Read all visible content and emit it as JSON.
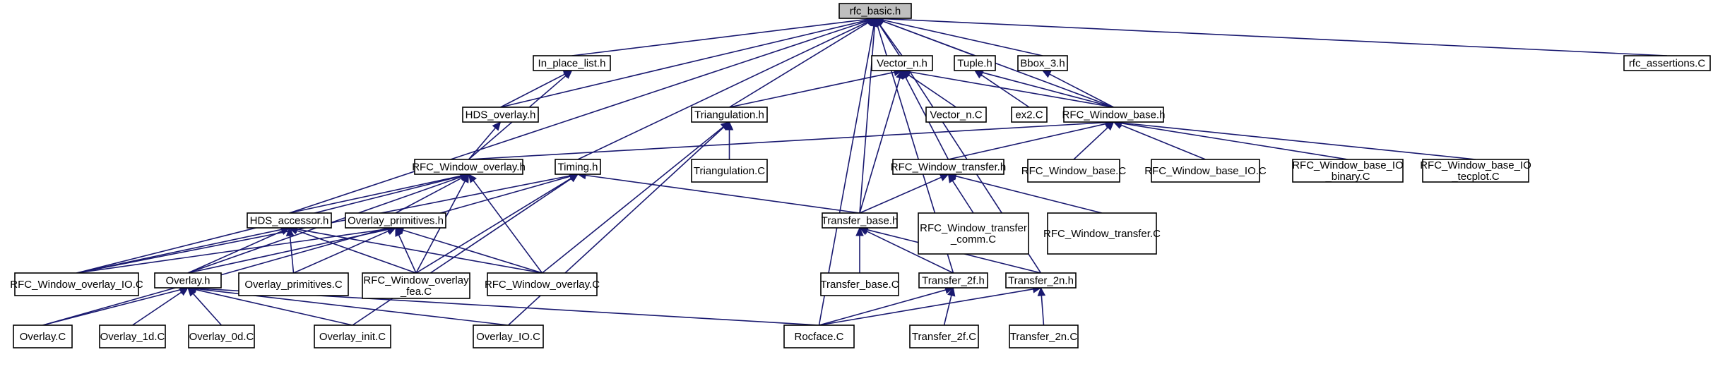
{
  "graph": {
    "accent_color": "#191970",
    "root_fill": "#bfbfbf",
    "nodes": [
      {
        "id": "rfc_basic_h",
        "lines": [
          "rfc_basic.h"
        ],
        "root": true
      },
      {
        "id": "rfc_assertions_C",
        "lines": [
          "rfc_assertions.C"
        ]
      },
      {
        "id": "In_place_list_h",
        "lines": [
          "In_place_list.h"
        ]
      },
      {
        "id": "Vector_n_h",
        "lines": [
          "Vector_n.h"
        ]
      },
      {
        "id": "Tuple_h",
        "lines": [
          "Tuple.h"
        ]
      },
      {
        "id": "Bbox_3_h",
        "lines": [
          "Bbox_3.h"
        ]
      },
      {
        "id": "HDS_overlay_h",
        "lines": [
          "HDS_overlay.h"
        ]
      },
      {
        "id": "Triangulation_h",
        "lines": [
          "Triangulation.h"
        ]
      },
      {
        "id": "Vector_n_C",
        "lines": [
          "Vector_n.C"
        ]
      },
      {
        "id": "ex2_C",
        "lines": [
          "ex2.C"
        ]
      },
      {
        "id": "RFC_Window_base_h",
        "lines": [
          "RFC_Window_base.h"
        ]
      },
      {
        "id": "RFC_Window_overlay_h",
        "lines": [
          "RFC_Window_overlay.h"
        ]
      },
      {
        "id": "Timing_h",
        "lines": [
          "Timing.h"
        ]
      },
      {
        "id": "Triangulation_C",
        "lines": [
          "Triangulation.C"
        ]
      },
      {
        "id": "RFC_Window_transfer_h",
        "lines": [
          "RFC_Window_transfer.h"
        ]
      },
      {
        "id": "RFC_Window_base_C",
        "lines": [
          "RFC_Window_base.C"
        ]
      },
      {
        "id": "RFC_Window_base_IO_C",
        "lines": [
          "RFC_Window_base_IO.C"
        ]
      },
      {
        "id": "RFC_Window_base_IO_binary_C",
        "lines": [
          "RFC_Window_base_IO",
          "_binary.C"
        ]
      },
      {
        "id": "RFC_Window_base_IO_tecplot_C",
        "lines": [
          "RFC_Window_base_IO",
          "_tecplot.C"
        ]
      },
      {
        "id": "HDS_accessor_h",
        "lines": [
          "HDS_accessor.h"
        ]
      },
      {
        "id": "Overlay_primitives_h",
        "lines": [
          "Overlay_primitives.h"
        ]
      },
      {
        "id": "Transfer_base_h",
        "lines": [
          "Transfer_base.h"
        ]
      },
      {
        "id": "RFC_Window_transfer_comm_C",
        "lines": [
          "RFC_Window_transfer",
          "_comm.C"
        ]
      },
      {
        "id": "RFC_Window_transfer_C",
        "lines": [
          "RFC_Window_transfer.C"
        ]
      },
      {
        "id": "RFC_Window_overlay_IO_C",
        "lines": [
          "RFC_Window_overlay_IO.C"
        ]
      },
      {
        "id": "Overlay_h",
        "lines": [
          "Overlay.h"
        ]
      },
      {
        "id": "Overlay_primitives_C",
        "lines": [
          "Overlay_primitives.C"
        ]
      },
      {
        "id": "RFC_Window_overlay_fea_C",
        "lines": [
          "RFC_Window_overlay",
          "_fea.C"
        ]
      },
      {
        "id": "RFC_Window_overlay_C",
        "lines": [
          "RFC_Window_overlay.C"
        ]
      },
      {
        "id": "Transfer_base_C",
        "lines": [
          "Transfer_base.C"
        ]
      },
      {
        "id": "Transfer_2f_h",
        "lines": [
          "Transfer_2f.h"
        ]
      },
      {
        "id": "Transfer_2n_h",
        "lines": [
          "Transfer_2n.h"
        ]
      },
      {
        "id": "Overlay_C",
        "lines": [
          "Overlay.C"
        ]
      },
      {
        "id": "Overlay_1d_C",
        "lines": [
          "Overlay_1d.C"
        ]
      },
      {
        "id": "Overlay_0d_C",
        "lines": [
          "Overlay_0d.C"
        ]
      },
      {
        "id": "Overlay_init_C",
        "lines": [
          "Overlay_init.C"
        ]
      },
      {
        "id": "Overlay_IO_C",
        "lines": [
          "Overlay_IO.C"
        ]
      },
      {
        "id": "Rocface_C",
        "lines": [
          "Rocface.C"
        ]
      },
      {
        "id": "Transfer_2f_C",
        "lines": [
          "Transfer_2f.C"
        ]
      },
      {
        "id": "Transfer_2n_C",
        "lines": [
          "Transfer_2n.C"
        ]
      }
    ],
    "edges": [
      [
        "rfc_assertions_C",
        "rfc_basic_h"
      ],
      [
        "In_place_list_h",
        "rfc_basic_h"
      ],
      [
        "Vector_n_h",
        "rfc_basic_h"
      ],
      [
        "Tuple_h",
        "rfc_basic_h"
      ],
      [
        "Bbox_3_h",
        "rfc_basic_h"
      ],
      [
        "HDS_overlay_h",
        "rfc_basic_h"
      ],
      [
        "Triangulation_h",
        "rfc_basic_h"
      ],
      [
        "RFC_Window_base_h",
        "rfc_basic_h"
      ],
      [
        "Timing_h",
        "rfc_basic_h"
      ],
      [
        "HDS_accessor_h",
        "rfc_basic_h"
      ],
      [
        "Transfer_base_h",
        "rfc_basic_h"
      ],
      [
        "Rocface_C",
        "rfc_basic_h"
      ],
      [
        "Transfer_2f_h",
        "rfc_basic_h"
      ],
      [
        "Transfer_2n_h",
        "rfc_basic_h"
      ],
      [
        "HDS_overlay_h",
        "In_place_list_h"
      ],
      [
        "RFC_Window_overlay_h",
        "In_place_list_h"
      ],
      [
        "RFC_Window_overlay_h",
        "HDS_overlay_h"
      ],
      [
        "Vector_n_C",
        "Vector_n_h"
      ],
      [
        "Triangulation_h",
        "Vector_n_h"
      ],
      [
        "RFC_Window_base_h",
        "Vector_n_h"
      ],
      [
        "RFC_Window_transfer_h",
        "Vector_n_h"
      ],
      [
        "Transfer_base_h",
        "Vector_n_h"
      ],
      [
        "ex2_C",
        "Tuple_h"
      ],
      [
        "RFC_Window_base_h",
        "Tuple_h"
      ],
      [
        "RFC_Window_base_h",
        "Bbox_3_h"
      ],
      [
        "Triangulation_C",
        "Triangulation_h"
      ],
      [
        "RFC_Window_overlay_C",
        "Triangulation_h"
      ],
      [
        "Overlay_IO_C",
        "Triangulation_h"
      ],
      [
        "RFC_Window_overlay_h",
        "RFC_Window_base_h"
      ],
      [
        "RFC_Window_transfer_h",
        "RFC_Window_base_h"
      ],
      [
        "RFC_Window_base_C",
        "RFC_Window_base_h"
      ],
      [
        "RFC_Window_base_IO_C",
        "RFC_Window_base_h"
      ],
      [
        "RFC_Window_base_IO_binary_C",
        "RFC_Window_base_h"
      ],
      [
        "RFC_Window_base_IO_tecplot_C",
        "RFC_Window_base_h"
      ],
      [
        "RFC_Window_overlay_IO_C",
        "RFC_Window_overlay_h"
      ],
      [
        "HDS_accessor_h",
        "RFC_Window_overlay_h"
      ],
      [
        "Overlay_primitives_h",
        "RFC_Window_overlay_h"
      ],
      [
        "Overlay_h",
        "RFC_Window_overlay_h"
      ],
      [
        "RFC_Window_overlay_fea_C",
        "RFC_Window_overlay_h"
      ],
      [
        "RFC_Window_overlay_C",
        "RFC_Window_overlay_h"
      ],
      [
        "Transfer_base_h",
        "Timing_h"
      ],
      [
        "RFC_Window_overlay_IO_C",
        "Timing_h"
      ],
      [
        "Overlay_C",
        "Timing_h"
      ],
      [
        "RFC_Window_overlay_fea_C",
        "Timing_h"
      ],
      [
        "Overlay_init_C",
        "Timing_h"
      ],
      [
        "Transfer_base_h",
        "RFC_Window_transfer_h"
      ],
      [
        "RFC_Window_transfer_comm_C",
        "RFC_Window_transfer_h"
      ],
      [
        "RFC_Window_transfer_C",
        "RFC_Window_transfer_h"
      ],
      [
        "RFC_Window_overlay_IO_C",
        "HDS_accessor_h"
      ],
      [
        "Overlay_h",
        "HDS_accessor_h"
      ],
      [
        "Overlay_primitives_C",
        "HDS_accessor_h"
      ],
      [
        "RFC_Window_overlay_fea_C",
        "HDS_accessor_h"
      ],
      [
        "RFC_Window_overlay_C",
        "HDS_accessor_h"
      ],
      [
        "RFC_Window_overlay_IO_C",
        "Overlay_primitives_h"
      ],
      [
        "Overlay_h",
        "Overlay_primitives_h"
      ],
      [
        "Overlay_primitives_C",
        "Overlay_primitives_h"
      ],
      [
        "RFC_Window_overlay_fea_C",
        "Overlay_primitives_h"
      ],
      [
        "RFC_Window_overlay_C",
        "Overlay_primitives_h"
      ],
      [
        "Transfer_base_C",
        "Transfer_base_h"
      ],
      [
        "Transfer_2f_h",
        "Transfer_base_h"
      ],
      [
        "Transfer_2n_h",
        "Transfer_base_h"
      ],
      [
        "Overlay_C",
        "Overlay_h"
      ],
      [
        "Overlay_1d_C",
        "Overlay_h"
      ],
      [
        "Overlay_0d_C",
        "Overlay_h"
      ],
      [
        "Overlay_init_C",
        "Overlay_h"
      ],
      [
        "Overlay_IO_C",
        "Overlay_h"
      ],
      [
        "Rocface_C",
        "Overlay_h"
      ],
      [
        "Rocface_C",
        "Transfer_2f_h"
      ],
      [
        "Transfer_2f_C",
        "Transfer_2f_h"
      ],
      [
        "Rocface_C",
        "Transfer_2n_h"
      ],
      [
        "Transfer_2n_C",
        "Transfer_2n_h"
      ]
    ]
  }
}
